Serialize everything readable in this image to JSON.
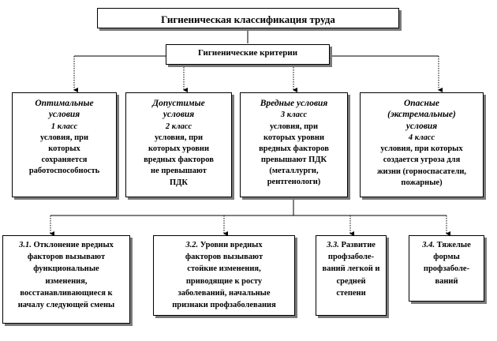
{
  "title": "Гигиеническая классификация труда",
  "criteria": "Гигиенические критерии",
  "classes": [
    {
      "title_lines": [
        "Оптимальные",
        "условия"
      ],
      "class_label": "1 класс",
      "desc_lines": [
        "условия, при",
        "которых",
        "сохраняется",
        "работоспособность"
      ]
    },
    {
      "title_lines": [
        "Допустимые",
        "условия"
      ],
      "class_label": "2 класс",
      "desc_lines": [
        "условия, при",
        "которых уровни",
        "вредных факторов",
        "не превышают",
        "ПДК"
      ]
    },
    {
      "title_lines": [
        "Вредные условия"
      ],
      "class_label": "3 класс",
      "desc_lines": [
        "условия, при",
        "которых уровни",
        "вредных факторов",
        "превышают ПДК",
        "(металлурги,",
        "рентгенологи)"
      ]
    },
    {
      "title_lines": [
        "Опасные",
        "(экстремальные)",
        "условия"
      ],
      "class_label": "4 класс",
      "desc_lines": [
        "условия, при которых",
        "создается угроза для",
        "жизни (горноспасатели,",
        "пожарные)"
      ]
    }
  ],
  "subclasses": [
    {
      "num": "3.1.",
      "first_line": "Отклонение вредных",
      "desc_lines": [
        "факторов вызывают",
        "функциональные",
        "изменения,",
        "восстанавливающиеся к",
        "началу следующей смены"
      ]
    },
    {
      "num": "3.2.",
      "first_line": "Уровни вредных",
      "desc_lines": [
        "факторов вызывают",
        "стойкие изменения,",
        "приводящие к росту",
        "заболеваний, начальные",
        "признаки профзаболевания"
      ]
    },
    {
      "num": "3.3.",
      "first_line": "Развитие",
      "desc_lines": [
        "профзаболе-",
        "ваний легкой и",
        "средней",
        "степени"
      ]
    },
    {
      "num": "3.4.",
      "first_line": "Тяжелые",
      "desc_lines": [
        "формы",
        "профзаболе-",
        "ваний"
      ]
    }
  ]
}
